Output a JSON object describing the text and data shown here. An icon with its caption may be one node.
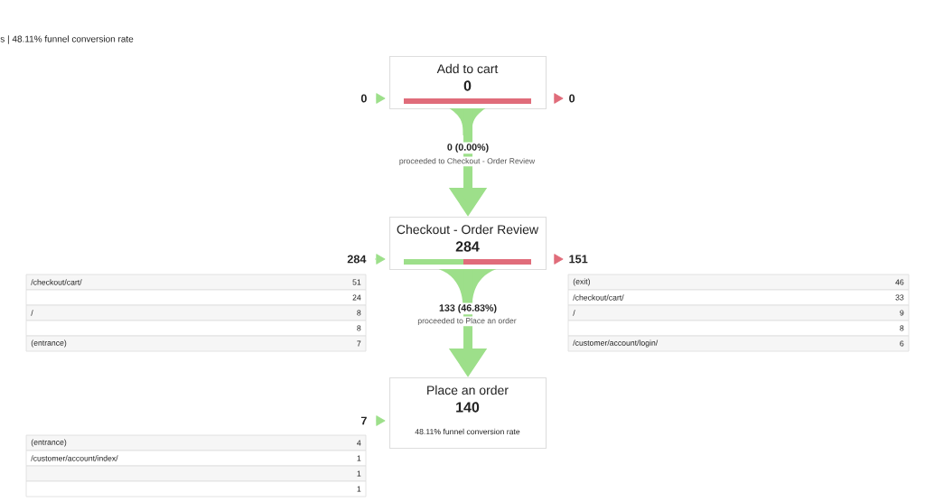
{
  "diagram": {
    "nodes": [
      {
        "text": [
          "Add to cart",
          "0"
        ]
      },
      {
        "text": [
          "Checkout - Order Review",
          "284"
        ]
      },
      {
        "text": [
          "Place an order",
          "140",
          "48.11% funnel conversion rate"
        ]
      },
      {
        "text": [
          "0"
        ]
      },
      {
        "text": [
          "0"
        ]
      },
      {
        "text": [
          "284"
        ]
      },
      {
        "text": [
          "151"
        ]
      },
      {
        "text": [
          "7"
        ]
      }
    ],
    "edges": [
      {
        "from": 0,
        "to": 1,
        "arrow": "to",
        "label": "0 (0.00%)",
        "style": "thick"
      },
      {
        "from": 1,
        "to": 2,
        "arrow": "to",
        "label": "133 (46.83%)",
        "style": "thick"
      },
      {
        "from": 3,
        "to": 0,
        "arrow": "to"
      },
      {
        "from": 0,
        "to": 4,
        "arrow": "to",
        "color": "#e06c7a"
      },
      {
        "from": 5,
        "to": 1,
        "arrow": "to"
      },
      {
        "from": 1,
        "to": 6,
        "arrow": "to",
        "color": "#e06c7a"
      },
      {
        "from": 7,
        "to": 2,
        "arrow": "to"
      }
    ],
    "labels": [
      "s | 48.11% funnel conversion rate",
      "proceeded to Checkout - Order Review",
      "proceeded to Place an order",
      "/checkout/cart/",
      "51",
      "24",
      "/",
      "8",
      "8",
      "(entrance)",
      "7",
      "(exit)",
      "46",
      "/checkout/cart/",
      "33",
      "/",
      "9",
      "8",
      "/customer/account/login/",
      "6",
      "(entrance)",
      "4",
      "/customer/account/index/",
      "1",
      "1",
      "1"
    ]
  }
}
